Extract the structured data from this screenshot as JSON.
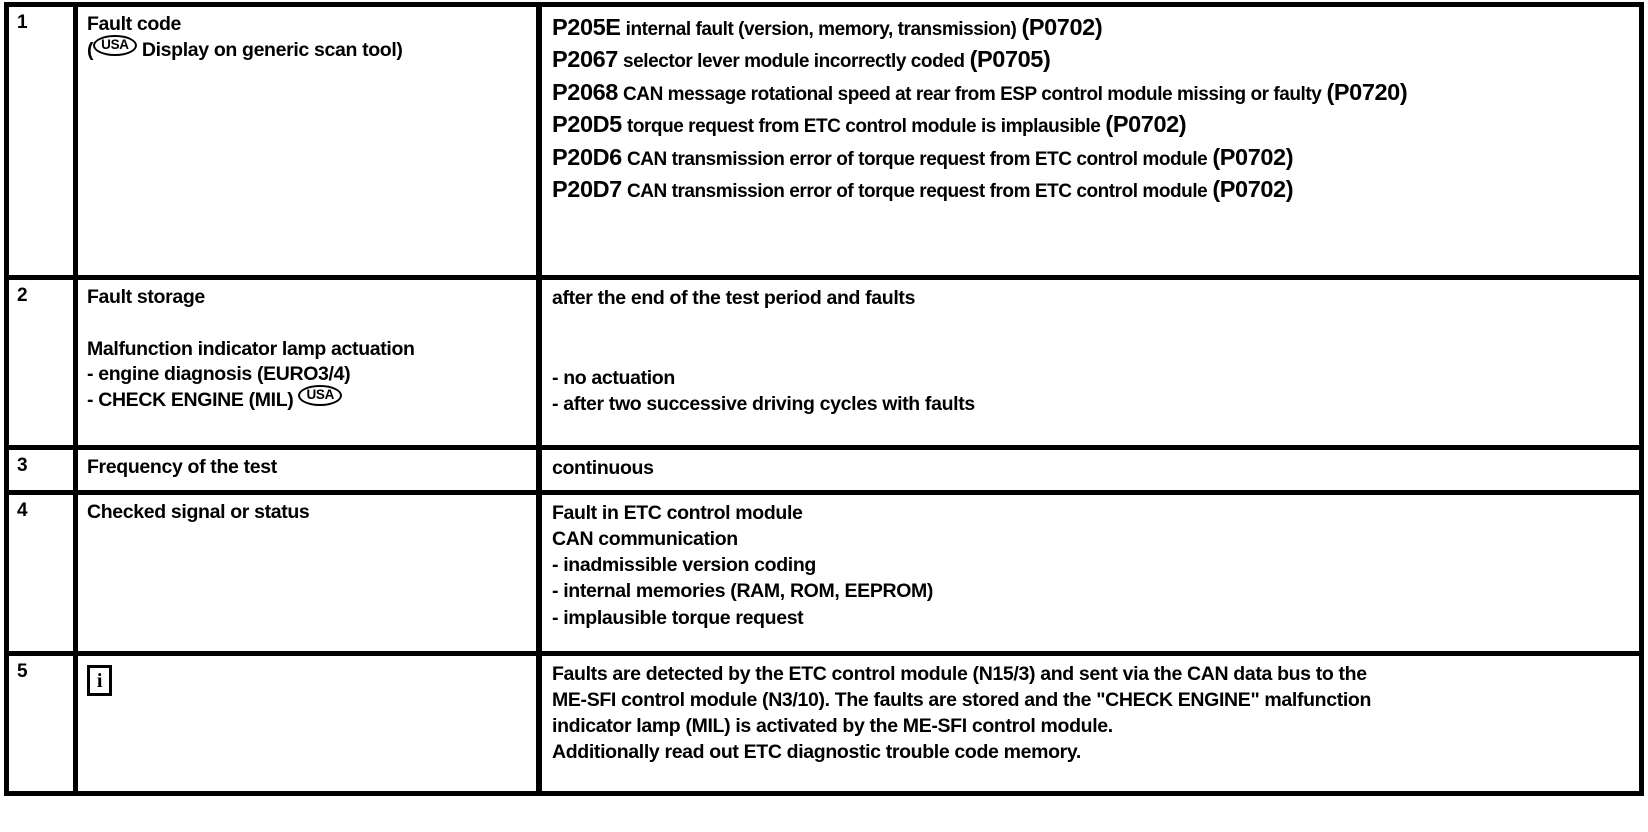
{
  "table": {
    "rows": [
      {
        "num": "1",
        "label": {
          "title": "Fault code",
          "badge": "USA",
          "subtitle_before": "(",
          "subtitle_after": " Display on generic scan tool)"
        },
        "fault_codes": [
          {
            "code": "P205E",
            "description": "internal fault (version, memory, transmission)",
            "generic": "(P0702)"
          },
          {
            "code": "P2067",
            "description": "selector lever module incorrectly coded",
            "generic": "(P0705)"
          },
          {
            "code": "P2068",
            "description": "CAN message rotational speed at rear from ESP control module missing or faulty",
            "generic": "(P0720)"
          },
          {
            "code": "P20D5",
            "description": "torque request from ETC control module is implausible",
            "generic": "(P0702)"
          },
          {
            "code": "P20D6",
            "description": "CAN transmission error of torque request from ETC control module",
            "generic": "(P0702)"
          },
          {
            "code": "P20D7",
            "description": "CAN transmission error of torque request from ETC control module",
            "generic": "(P0702)"
          }
        ]
      },
      {
        "num": "2",
        "label": {
          "title": "Fault storage",
          "heading2": "Malfunction indicator lamp actuation",
          "item1": "- engine diagnosis (EURO3/4)",
          "item2": "- CHECK ENGINE (MIL)",
          "badge": "USA"
        },
        "value": {
          "line1": "after the end of the test period and faults",
          "line2": "- no actuation",
          "line3": "- after two successive driving cycles with faults"
        }
      },
      {
        "num": "3",
        "label": {
          "title": "Frequency of the test"
        },
        "value": {
          "line1": "continuous"
        }
      },
      {
        "num": "4",
        "label": {
          "title": "Checked signal or status"
        },
        "value": {
          "line1": "Fault in ETC control module",
          "line2": "CAN communication",
          "line3": "- inadmissible version coding",
          "line4": "- internal memories (RAM, ROM, EEPROM)",
          "line5": "- implausible torque request"
        }
      },
      {
        "num": "5",
        "label": {
          "icon": "i"
        },
        "value": {
          "line1": "Faults are detected by the ETC control module (N15/3) and sent via the CAN data bus to the",
          "line2": "ME-SFI control module (N3/10). The faults are stored and the \"CHECK ENGINE\" malfunction",
          "line3": "indicator lamp (MIL) is activated by the ME-SFI control module.",
          "line4": "Additionally read out ETC diagnostic trouble code memory."
        }
      }
    ]
  },
  "colors": {
    "border": "#000000",
    "text": "#000000",
    "background": "#ffffff"
  }
}
